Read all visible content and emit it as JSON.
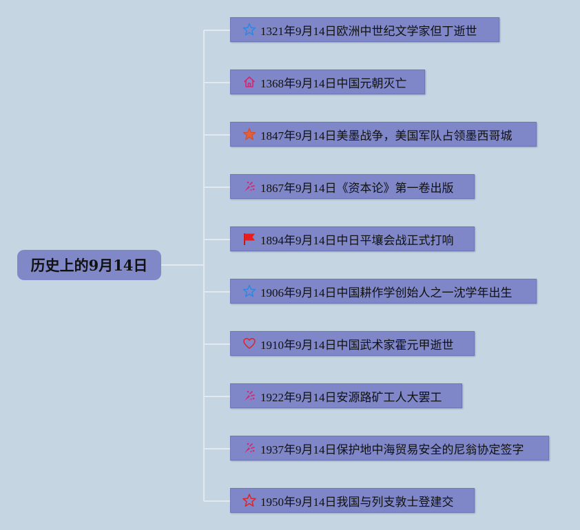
{
  "root": {
    "label": "历史上的9月14日"
  },
  "colors": {
    "node_fill": "#7f87c8",
    "connector": "#e3e9f0",
    "background": "#c5d5e2"
  },
  "events": [
    {
      "label": "1321年9月14日欧洲中世纪文学家但丁逝世",
      "icon": "star-outline-icon"
    },
    {
      "label": "1368年9月14日中国元朝灭亡",
      "icon": "home-icon"
    },
    {
      "label": "1847年9月14日美墨战争，美国军队占领墨西哥城",
      "icon": "star-filled-icon"
    },
    {
      "label": "1867年9月14日《资本论》第一卷出版",
      "icon": "party-popper-icon"
    },
    {
      "label": "1894年9月14日中日平壤会战正式打响",
      "icon": "flag-icon"
    },
    {
      "label": "1906年9月14日中国耕作学创始人之一沈学年出生",
      "icon": "star-outline-icon"
    },
    {
      "label": "1910年9月14日中国武术家霍元甲逝世",
      "icon": "heart-outline-icon"
    },
    {
      "label": "1922年9月14日安源路矿工人大罢工",
      "icon": "party-popper-icon"
    },
    {
      "label": "1937年9月14日保护地中海贸易安全的尼翁协定签字",
      "icon": "party-popper-icon"
    },
    {
      "label": "1950年9月14日我国与列支敦士登建交",
      "icon": "star-red-outline-icon"
    }
  ]
}
